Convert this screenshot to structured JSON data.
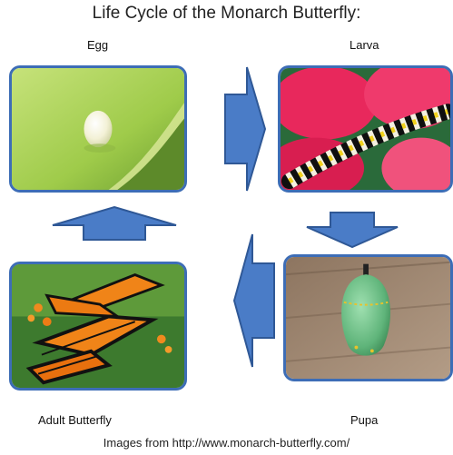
{
  "title": "Life Cycle of the Monarch Butterfly:",
  "stages": {
    "egg": "Egg",
    "larva": "Larva",
    "pupa": "Pupa",
    "adult": "Adult Butterfly"
  },
  "credit": "Images from http://www.monarch-butterfly.com/",
  "colors": {
    "arrow_fill": "#4a7cc7",
    "arrow_stroke": "#2f5896",
    "panel_border": "#3d6db6"
  }
}
